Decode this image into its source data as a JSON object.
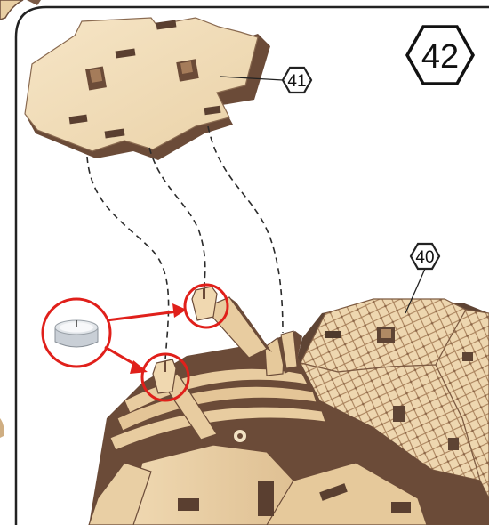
{
  "step": {
    "number": "42"
  },
  "callouts": [
    {
      "id": "part-41",
      "label": "41"
    },
    {
      "id": "part-40",
      "label": "40"
    }
  ],
  "colors": {
    "wood_light": "#f1dcb8",
    "wood_mid": "#e6c99b",
    "wood_edge": "#7a5a45",
    "wood_dark": "#5e4434",
    "frame_line": "#222222",
    "highlight_red": "#e0201b",
    "dash_line": "#2a2a2a",
    "pattern_line": "#a07a58"
  },
  "icons": {
    "tealight": "tealight-candle-icon",
    "step_badge": "hexagon-badge-icon"
  }
}
